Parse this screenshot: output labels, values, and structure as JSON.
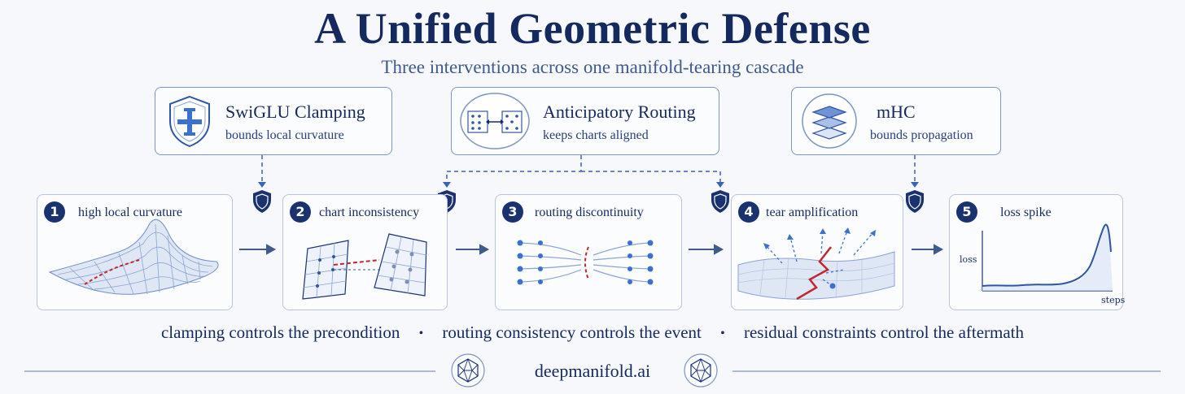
{
  "header": {
    "title": "A Unified Geometric Defense",
    "subtitle": "Three interventions across one manifold-tearing cascade"
  },
  "interventions": [
    {
      "name": "SwiGLU Clamping",
      "desc": "bounds local curvature",
      "icon": "shield-icon"
    },
    {
      "name": "Anticipatory Routing",
      "desc": "keeps charts aligned",
      "icon": "chart-alignment-icon"
    },
    {
      "name": "mHC",
      "desc": "bounds propagation",
      "icon": "layers-icon"
    }
  ],
  "stages": [
    {
      "num": "1",
      "label": "high local curvature"
    },
    {
      "num": "2",
      "label": "chart inconsistency"
    },
    {
      "num": "3",
      "label": "routing discontinuity"
    },
    {
      "num": "4",
      "label": "tear amplification"
    },
    {
      "num": "5",
      "label": "loss spike",
      "ylabel": "loss",
      "xlabel": "steps"
    }
  ],
  "summary": {
    "part1": "clamping controls the precondition",
    "part2": "routing consistency controls the event",
    "part3": "residual constraints control the aftermath",
    "separator": "•"
  },
  "footer": {
    "site": "deepmanifold.ai"
  },
  "colors": {
    "navy": "#14295e",
    "accent": "#3b63b8",
    "tear": "#c0282d",
    "background": "#f7f8fb"
  }
}
